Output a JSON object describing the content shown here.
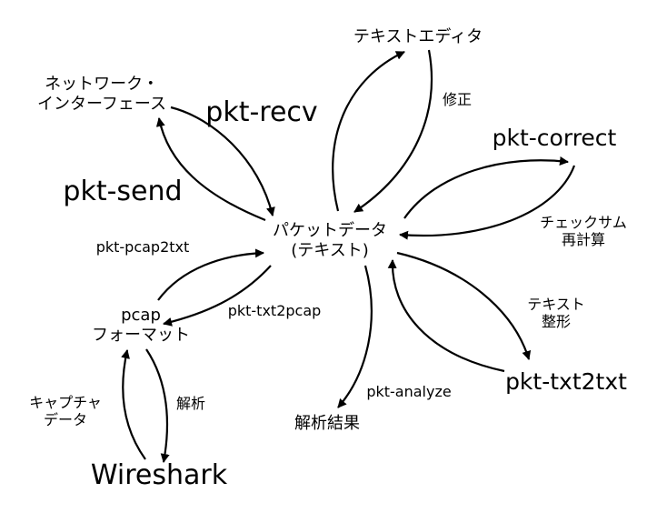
{
  "nodes": {
    "packet_data": [
      "パケットデータ",
      "(テキスト)"
    ],
    "text_editor": "テキストエディタ",
    "network_interface": [
      "ネットワーク・",
      "インターフェース"
    ],
    "pcap_format": [
      "pcap",
      "フォーマット"
    ],
    "analysis_result": "解析結果",
    "wireshark": "Wireshark",
    "pkt_correct": "pkt-correct",
    "pkt_txt2txt": "pkt-txt2txt"
  },
  "edges": {
    "pkt_recv": "pkt-recv",
    "pkt_send": "pkt-send",
    "pkt_pcap2txt": "pkt-pcap2txt",
    "pkt_txt2pcap": "pkt-txt2pcap",
    "pkt_analyze": "pkt-analyze",
    "edit": "修正",
    "checksum_recalc": [
      "チェックサム",
      "再計算"
    ],
    "text_format": [
      "テキスト",
      "整形"
    ],
    "capture_data": [
      "キャプチャ",
      "データ"
    ],
    "analysis": "解析"
  },
  "colors": {
    "ink": "#000000",
    "background": "#ffffff"
  }
}
